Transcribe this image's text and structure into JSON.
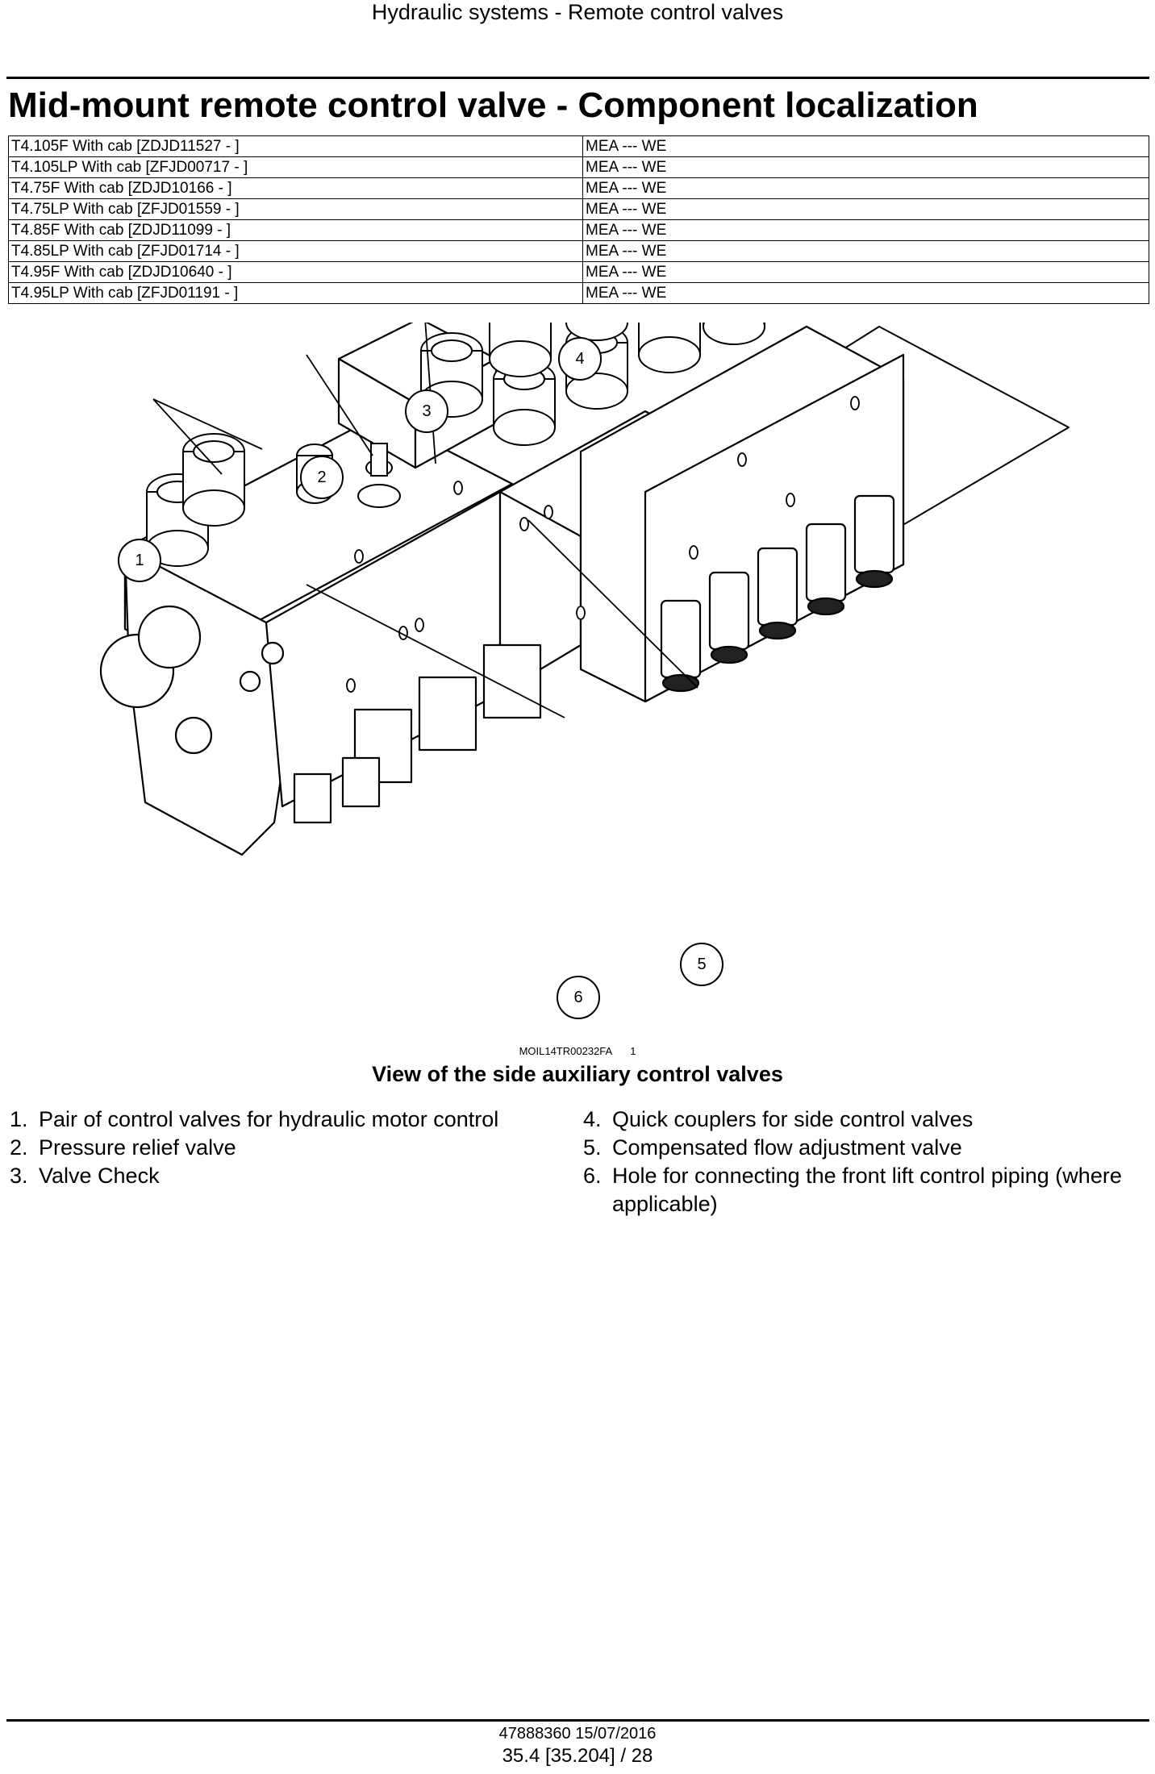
{
  "header": {
    "section": "Hydraulic systems - Remote control valves"
  },
  "title": "Mid-mount remote control valve - Component localization",
  "models": [
    {
      "model": "T4.105F With cab [ZDJD11527 - ]",
      "region": "MEA --- WE"
    },
    {
      "model": "T4.105LP With cab [ZFJD00717 - ]",
      "region": "MEA --- WE"
    },
    {
      "model": "T4.75F With cab [ZDJD10166 - ]",
      "region": "MEA --- WE"
    },
    {
      "model": "T4.75LP With cab [ZFJD01559 - ]",
      "region": "MEA --- WE"
    },
    {
      "model": "T4.85F With cab [ZDJD11099 - ]",
      "region": "MEA --- WE"
    },
    {
      "model": "T4.85LP With cab [ZFJD01714 - ]",
      "region": "MEA --- WE"
    },
    {
      "model": "T4.95F With cab [ZDJD10640 - ]",
      "region": "MEA --- WE"
    },
    {
      "model": "T4.95LP With cab [ZFJD01191 - ]",
      "region": "MEA --- WE"
    }
  ],
  "figure": {
    "callouts": [
      "1",
      "2",
      "3",
      "4",
      "5",
      "6"
    ],
    "code": "MOIL14TR00232FA",
    "number": "1",
    "caption": "View of the side auxiliary control valves"
  },
  "legend_left": [
    {
      "num": "1.",
      "text": "Pair of control valves for hydraulic motor control"
    },
    {
      "num": "2.",
      "text": "Pressure relief valve"
    },
    {
      "num": "3.",
      "text": "Valve Check"
    }
  ],
  "legend_right": [
    {
      "num": "4.",
      "text": "Quick couplers for side control valves"
    },
    {
      "num": "5.",
      "text": "Compensated flow adjustment valve"
    },
    {
      "num": "6.",
      "text": "Hole for connecting the front lift control piping (where applicable)"
    }
  ],
  "footer": {
    "doc": "47888360 15/07/2016",
    "page": "35.4 [35.204] / 28"
  }
}
